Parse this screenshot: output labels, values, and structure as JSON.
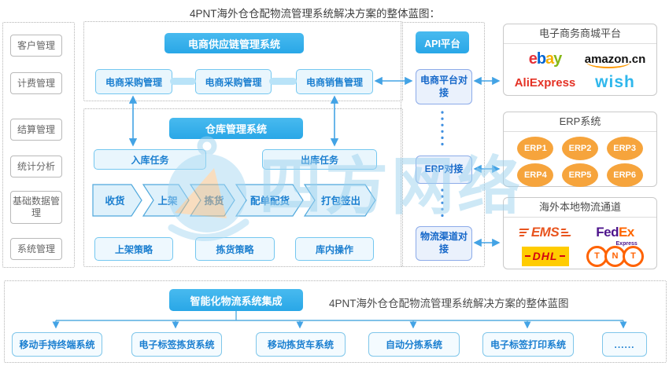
{
  "title": "4PNT海外仓仓配物流管理系统解决方案的整体蓝图：",
  "sidebar": {
    "items": [
      "客户管理",
      "计费管理",
      "结算管理",
      "统计分析",
      "基础数据管理",
      "系统管理"
    ]
  },
  "supply": {
    "header": "电商供应链管理系统",
    "modules": [
      "电商采购管理",
      "电商采购管理",
      "电商销售管理"
    ]
  },
  "wms": {
    "header": "仓库管理系统",
    "inbound": "入库任务",
    "outbound": "出库任务",
    "flow": [
      "收货",
      "上架",
      "拣货",
      "配单配货",
      "打包签出"
    ],
    "strategies": [
      "上架策略",
      "拣货策略",
      "库内操作"
    ]
  },
  "api": {
    "platform": "API平台",
    "ecom_connect": "电商平台对接",
    "erp_connect": "ERP对接",
    "logistics_connect": "物流渠道对接"
  },
  "panels": {
    "ecommerce": {
      "title": "电子商务商城平台",
      "ebay_letters": [
        "e",
        "b",
        "a",
        "y"
      ],
      "amazon": "amazon.cn",
      "aliexpress": "AliExpress",
      "wish": "wish"
    },
    "erp": {
      "title": "ERP系统",
      "items": [
        "ERP1",
        "ERP2",
        "ERP3",
        "ERP4",
        "ERP5",
        "ERP6"
      ]
    },
    "logistics": {
      "title": "海外本地物流通道",
      "ems": "EMS",
      "fedex_fed": "Fed",
      "fedex_ex": "Ex",
      "fedex_express": "Express",
      "dhl": "DHL",
      "tnt_letters": [
        "T",
        "N",
        "T"
      ]
    }
  },
  "integration": {
    "header": "智能化物流系统集成",
    "caption": "4PNT海外仓仓配物流管理系统解决方案的整体蓝图",
    "systems": [
      "移动手持终端系统",
      "电子标签拣货系统",
      "移动拣货车系统",
      "自动分拣系统",
      "电子标签打印系统",
      "......"
    ]
  },
  "watermark": {
    "text": "四方网络"
  },
  "colors": {
    "primary": "#2fadea",
    "blue-text": "#1b7fd0",
    "box-bg": "#e9f6fd",
    "box-border": "#74c7f0",
    "api-bg": "#eaf1fc",
    "api-border": "#8cabe9",
    "arrow": "#43a3e5",
    "orange": "#f6a43c",
    "panel-border": "#c9c9c9",
    "gray-text": "#666666",
    "dotted": "#b3b3b3",
    "watermark": "#9dd2ef",
    "amazon-smile": "#ff9900",
    "aliexpress-red": "#e43225",
    "wish-blue": "#2fb7ec",
    "ems-orange": "#e8541e",
    "fedex-purple": "#4d148c",
    "fedex-orange": "#ff6600",
    "dhl-yellow": "#ffcc00",
    "dhl-red": "#d40511",
    "tnt-orange": "#ff6200"
  }
}
